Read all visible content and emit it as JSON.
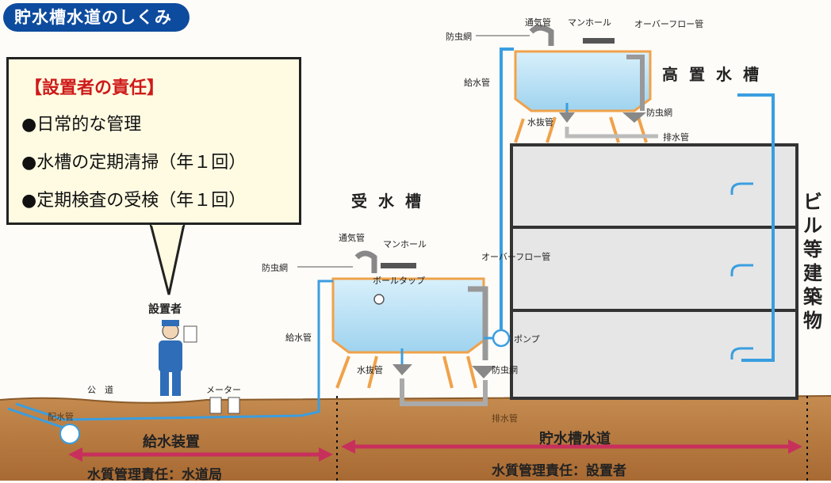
{
  "title": "貯水槽水道のしくみ",
  "callout": {
    "heading": "【設置者の責任】",
    "items": [
      "●日常的な管理",
      "●水槽の定期清掃（年１回）",
      "●定期検査の受検（年１回）"
    ]
  },
  "labels": {
    "high_tank": "高置水槽",
    "receiving_tank": "受水槽",
    "building": "ビル等建築物",
    "installer": "設置者",
    "public_road": "公　道",
    "meter": "メーター",
    "distribution_pipe": "配水管",
    "vent_pipe_high": "通気管",
    "manhole_high": "マンホール",
    "overflow_high": "オーバーフロー管",
    "insect_net_high_top": "防虫網",
    "supply_pipe_high": "給水管",
    "drain_valve_high": "水抜管",
    "insect_net_high_bottom": "防虫網",
    "drain_pipe_high": "排水管",
    "vent_pipe_recv": "通気管",
    "manhole_recv": "マンホール",
    "insect_net_recv_top": "防虫網",
    "ball_tap": "ボールタップ",
    "overflow_recv": "オーバーフロー管",
    "supply_pipe_recv": "給水管",
    "pump": "ポンプ",
    "drain_valve_recv": "水抜管",
    "insect_net_recv_bottom": "防虫網",
    "drain_pipe_recv": "排水管"
  },
  "sections": {
    "water_supply_device": "給水装置",
    "responsibility_left": "水質管理責任：水道局",
    "storage_tank_waterworks": "貯水槽水道",
    "responsibility_right": "水質管理責任：設置者"
  },
  "colors": {
    "title_bg": "#0d4b9e",
    "callout_bg": "#fefbe2",
    "callout_heading": "#cf1a1a",
    "water": "#bfe3f5",
    "pipe_blue": "#3a9ee0",
    "tank_frame": "#f0a24a",
    "ground": "#b77a3f",
    "arrow": "#c8305c",
    "building_fill": "#e6e6e6"
  }
}
